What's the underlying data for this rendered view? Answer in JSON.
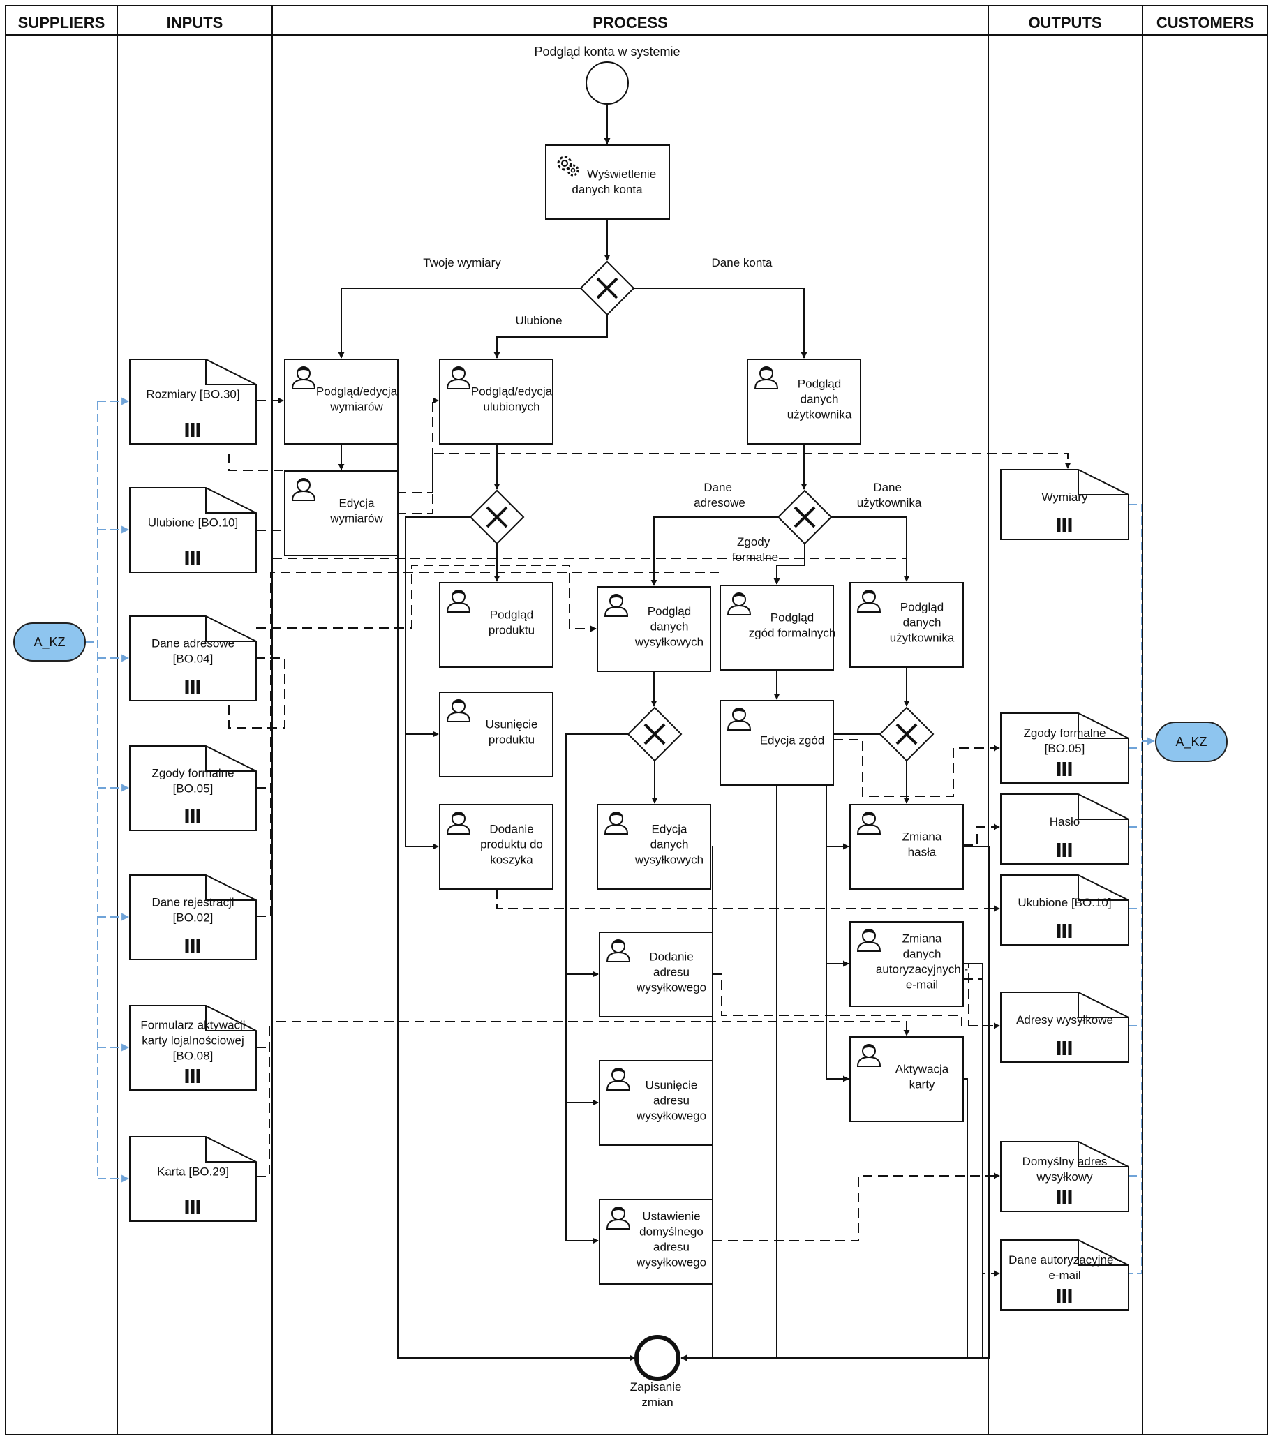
{
  "lanes": [
    "SUPPLIERS",
    "INPUTS",
    "PROCESS",
    "OUTPUTS",
    "CUSTOMERS"
  ],
  "supplier": "A_KZ",
  "customer": "A_KZ",
  "start_event": "Podgląd konta w systemie",
  "end_event": [
    "Zapisanie",
    "zmian"
  ],
  "system_task": [
    "Wyświetlenie",
    "danych konta"
  ],
  "gateway_labels": {
    "twoje_wymiary": "Twoje wymiary",
    "dane_konta": "Dane konta",
    "ulubione": "Ulubione",
    "dane_adresowe": [
      "Dane",
      "adresowe"
    ],
    "dane_uzytkownika": [
      "Dane",
      "użytkownika"
    ],
    "zgody_formalne": [
      "Zgody",
      "formalne"
    ]
  },
  "inputs": [
    {
      "lines": [
        "Rozmiary [BO.30]"
      ]
    },
    {
      "lines": [
        "Ulubione [BO.10]"
      ]
    },
    {
      "lines": [
        "Dane adresowe",
        "[BO.04]"
      ]
    },
    {
      "lines": [
        "Zgody formalne",
        "[BO.05]"
      ]
    },
    {
      "lines": [
        "Dane rejestracji",
        "[BO.02]"
      ]
    },
    {
      "lines": [
        "Formularz aktywacji",
        "karty lojalnościowej",
        "[BO.08]"
      ]
    },
    {
      "lines": [
        "Karta",
        "[BO.29]"
      ]
    }
  ],
  "outputs": [
    {
      "lines": [
        "Wymiary"
      ]
    },
    {
      "lines": [
        "Zgody formalne",
        "[BO.05]"
      ]
    },
    {
      "lines": [
        "Hasło"
      ]
    },
    {
      "lines": [
        "Ukubione [BO.10]"
      ]
    },
    {
      "lines": [
        "Adresy wysyłkowe"
      ]
    },
    {
      "lines": [
        "Domyślny adres",
        "wysyłkowy"
      ]
    },
    {
      "lines": [
        "Dane autoryzacyjne -",
        "e-mail"
      ]
    }
  ],
  "tasks": {
    "podglad_wymiarow": [
      "Podgląd/edycja",
      "wymiarów"
    ],
    "edycja_wymiarow": [
      "Edycja",
      "wymiarów"
    ],
    "podglad_ulubionych": [
      "Podgląd/edycja",
      "ulubionych"
    ],
    "podglad_danych_uzytkownika_1": [
      "Podgląd",
      "danych",
      "użytkownika"
    ],
    "podglad_produktu": [
      "Podgląd",
      "produktu"
    ],
    "usuniecie_produktu": [
      "Usunięcie",
      "produktu"
    ],
    "dodanie_produktu": [
      "Dodanie",
      "produktu do",
      "koszyka"
    ],
    "podglad_danych_wysylkowych": [
      "Podgląd",
      "danych",
      "wysyłkowych"
    ],
    "edycja_danych_wysylkowych": [
      "Edycja",
      "danych",
      "wysyłkowych"
    ],
    "dodanie_adresu": [
      "Dodanie",
      "adresu",
      "wysyłkowego"
    ],
    "usuniecie_adresu": [
      "Usunięcie",
      "adresu",
      "wysyłkowego"
    ],
    "ustawienie_adresu": [
      "Ustawienie",
      "domyślnego",
      "adresu",
      "wysyłkowego"
    ],
    "podglad_zgod": [
      "Podgląd",
      "zgód formalnych"
    ],
    "edycja_zgod": [
      "Edycja zgód"
    ],
    "podglad_danych_uzytkownika_2": [
      "Podgląd",
      "danych",
      "użytkownika"
    ],
    "zmiana_hasla": [
      "Zmiana",
      "hasła"
    ],
    "zmiana_danych_autoryzacyjnych": [
      "Zmiana",
      "danych",
      "autoryzacyjnych -",
      "e-mail"
    ],
    "aktywacja_karty": [
      "Aktywacja",
      "karty"
    ]
  }
}
